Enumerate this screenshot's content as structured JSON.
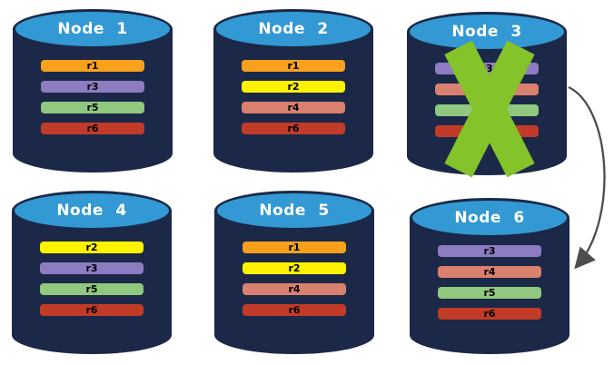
{
  "diagram": {
    "background": "#FFFFFF",
    "colors": {
      "cylinder_body": "#1B2847",
      "cylinder_top": "#3299D4",
      "title_text": "#FFFFFF",
      "bar_label_text": "#000000",
      "failure_x": "#84C32A",
      "arrow": "#4D4D4D",
      "replica_r1": "#F9A11C",
      "replica_r2": "#FEF200",
      "replica_r3": "#8E7CC3",
      "replica_r4": "#D9816E",
      "replica_r5": "#8FC87E",
      "replica_r6": "#C23B28"
    },
    "nodes": [
      {
        "label": "Node 1",
        "replicas": [
          {
            "label": "r1",
            "color": "#F9A11C"
          },
          {
            "label": "r3",
            "color": "#8E7CC3"
          },
          {
            "label": "r5",
            "color": "#8FC87E"
          },
          {
            "label": "r6",
            "color": "#C23B28"
          }
        ]
      },
      {
        "label": "Node 2",
        "replicas": [
          {
            "label": "r1",
            "color": "#F9A11C"
          },
          {
            "label": "r2",
            "color": "#FEF200"
          },
          {
            "label": "r4",
            "color": "#D9816E"
          },
          {
            "label": "r6",
            "color": "#C23B28"
          }
        ]
      },
      {
        "label": "Node 3",
        "failed": true,
        "replicas": [
          {
            "label": "r3",
            "color": "#8E7CC3"
          },
          {
            "label": "",
            "color": "#D9816E"
          },
          {
            "label": "",
            "color": "#8FC87E"
          },
          {
            "label": "",
            "color": "#C23B28"
          }
        ]
      },
      {
        "label": "Node 4",
        "replicas": [
          {
            "label": "r2",
            "color": "#FEF200"
          },
          {
            "label": "r3",
            "color": "#8E7CC3"
          },
          {
            "label": "r5",
            "color": "#8FC87E"
          },
          {
            "label": "r6",
            "color": "#C23B28"
          }
        ]
      },
      {
        "label": "Node 5",
        "replicas": [
          {
            "label": "r1",
            "color": "#F9A11C"
          },
          {
            "label": "r2",
            "color": "#FEF200"
          },
          {
            "label": "r4",
            "color": "#D9816E"
          },
          {
            "label": "r6",
            "color": "#C23B28"
          }
        ]
      },
      {
        "label": "Node 6",
        "replicas": [
          {
            "label": "r3",
            "color": "#8E7CC3"
          },
          {
            "label": "r4",
            "color": "#D9816E"
          },
          {
            "label": "r5",
            "color": "#8FC87E"
          },
          {
            "label": "r6",
            "color": "#C23B28"
          }
        ]
      }
    ],
    "failure_mark": {
      "on_node": "Node 3"
    },
    "arrow": {
      "from_node": "Node 3",
      "to_node": "Node 6"
    }
  }
}
